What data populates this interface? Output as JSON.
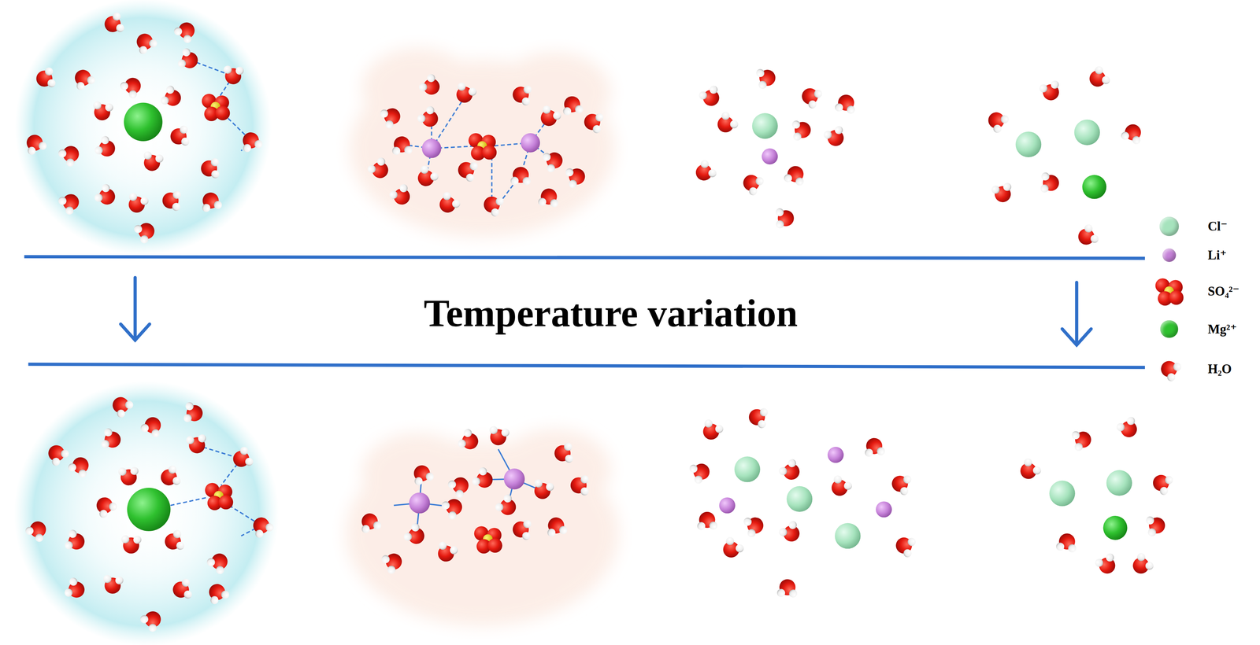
{
  "diagram": {
    "labels": [
      "Temperature variation"
    ],
    "legend": [
      {
        "text": "Cl⁻",
        "color": "#a6e3bd"
      },
      {
        "text": "Li⁺",
        "color": "#c682d9"
      },
      {
        "text": "SO₄²⁻"
      },
      {
        "text": "Mg²⁺",
        "color": "#2fc12f"
      },
      {
        "text": "H₂O"
      }
    ]
  }
}
